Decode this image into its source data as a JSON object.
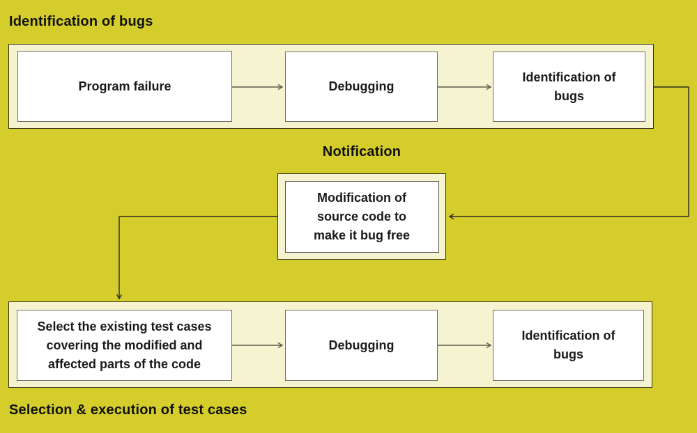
{
  "colors": {
    "background": "#d4cd2c",
    "band": "#f5f3d0",
    "node_bg": "#ffffff",
    "band_border": "#32321e",
    "node_border": "#6e6e60",
    "inner_border": "#55554a",
    "arrow_short": "#5c5c4e",
    "arrow_long": "#2b2b20",
    "text": "#1a1a1a",
    "title": "#111111"
  },
  "sections": {
    "top": {
      "title": "Identification of bugs",
      "boxes": [
        "Program failure",
        "Debugging",
        "Identification of\nbugs"
      ]
    },
    "middle": {
      "title": "Notification",
      "box": "Modification of\nsource code to\nmake it bug free"
    },
    "bottom": {
      "title": "Selection & execution of test cases",
      "boxes": [
        "Select the existing test cases\ncovering the modified and\naffected parts of the code",
        "Debugging",
        "Identification of\nbugs"
      ]
    }
  }
}
